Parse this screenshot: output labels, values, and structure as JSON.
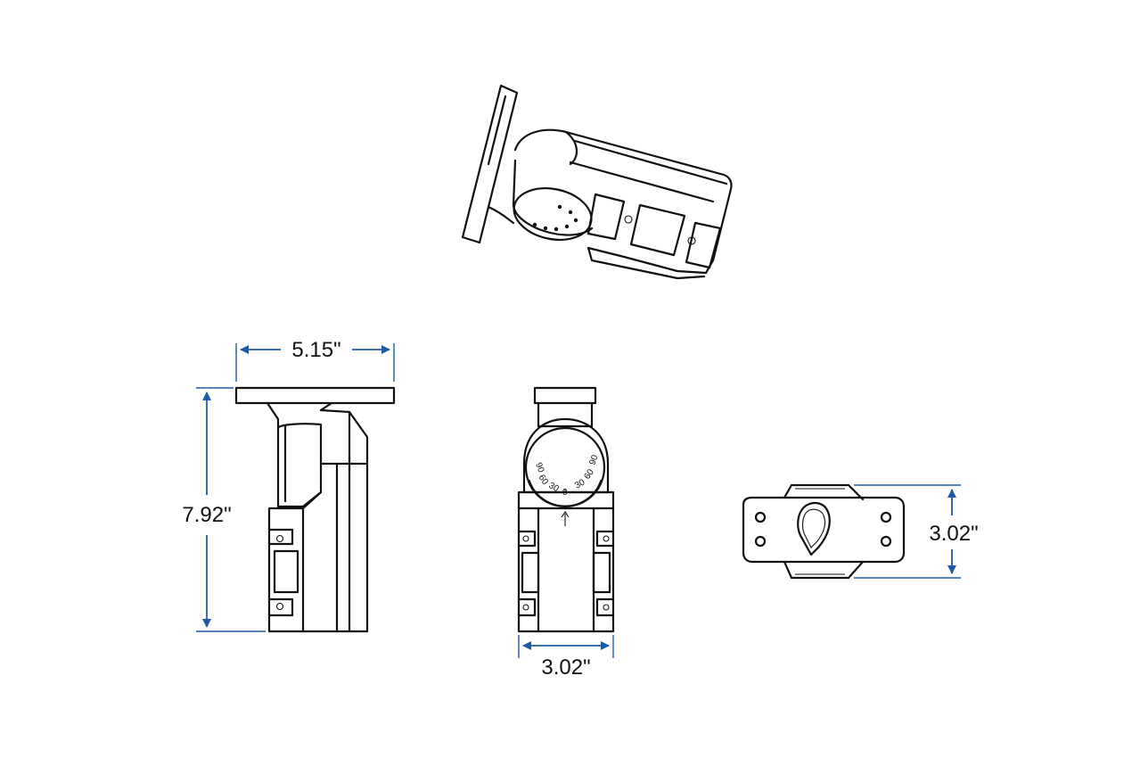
{
  "colors": {
    "dimension": "#1f5aa6",
    "linework": "#111111",
    "background": "#ffffff"
  },
  "dimensions": {
    "side_width": "5.15\"",
    "side_height": "7.92\"",
    "front_width": "3.02\"",
    "top_height": "3.02\""
  },
  "dial_marks": {
    "left": [
      "60",
      "30"
    ],
    "center": "0",
    "right": [
      "30",
      "60",
      "90"
    ],
    "far_left": "90"
  }
}
